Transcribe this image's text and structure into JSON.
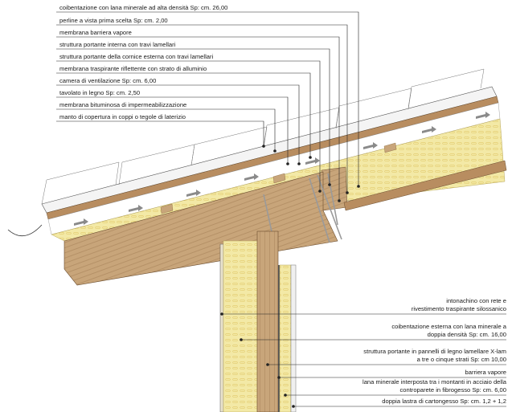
{
  "roof_labels": [
    "coibentazione con lana minerale ad alta densità Sp: cm. 26,00",
    "perline a vista prima scelta Sp: cm. 2,00",
    "membrana barriera vapore",
    "struttura portante interna con travi lamellari",
    "struttura portante della cornice esterna con travi lamellari",
    "membrana traspirante riflettente con strato di alluminio",
    "camera di ventilazione Sp: cm. 6,00",
    "tavolato in legno Sp: cm. 2,50",
    "membrana bituminosa di impermeabilizzazione",
    "manto di copertura in coppi o tegole di laterizio"
  ],
  "wall_labels": [
    {
      "lines": [
        "intonachino con rete e",
        "rivestimento traspirante silossanico"
      ]
    },
    {
      "lines": [
        "coibentazione esterna con lana minerale a",
        "doppia densità Sp: cm. 16,00"
      ]
    },
    {
      "lines": [
        "struttura portante in pannelli di legno lamellare X-lam",
        "a tre o cinque strati  Sp: cm 10,00"
      ]
    },
    {
      "lines": [
        "barriera vapore"
      ]
    },
    {
      "lines": [
        "lana minerale interposta tra i montanti in acciaio della",
        "controparete in fibrogesso Sp: cm. 6,00"
      ]
    },
    {
      "lines": [
        "doppia lastra di cartongesso Sp: cm. 1,2 + 1,2"
      ]
    }
  ],
  "colors": {
    "wood": "#c8a57a",
    "wood_dark": "#a8845a",
    "insulation": "#f3e9a6",
    "insulation_dot": "#e2c96a",
    "vent_gap": "#ffffff",
    "tile": "#f4f4f4",
    "arrow": "#8a8a8a",
    "screw": "#9a9a9a"
  }
}
